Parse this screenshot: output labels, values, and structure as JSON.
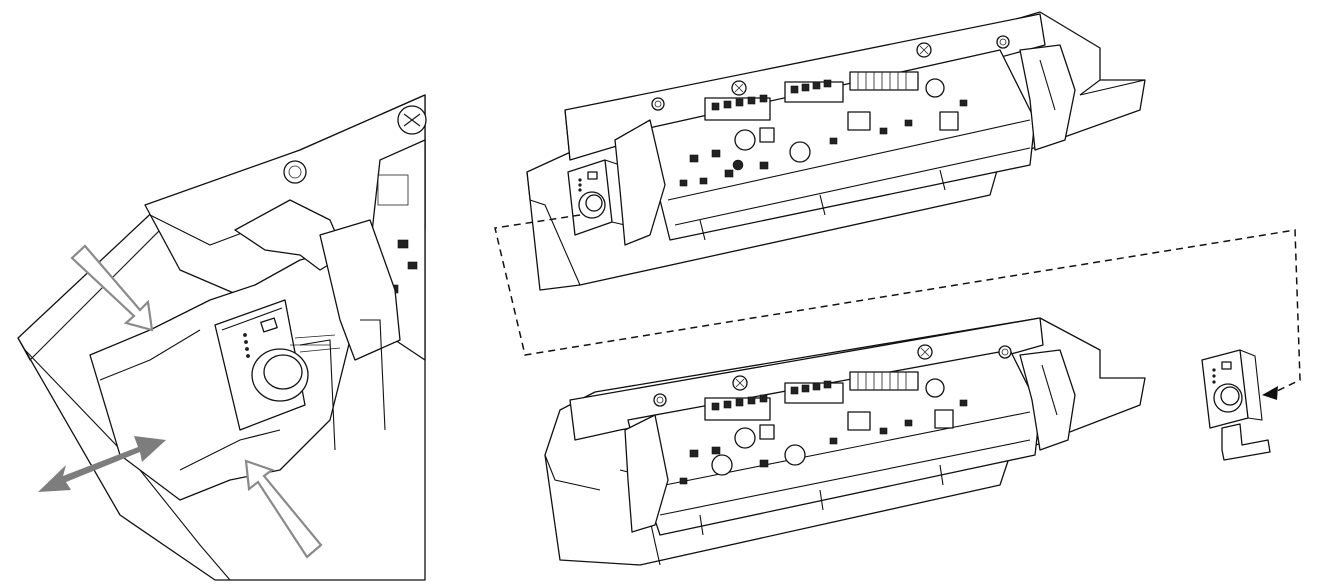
{
  "figure": {
    "panels": [
      {
        "id": "detail",
        "description_icon": "clip-release-detail"
      },
      {
        "id": "upper-unit"
      },
      {
        "id": "lower-unit"
      },
      {
        "id": "removed-module"
      }
    ],
    "colors": {
      "line": "#111111",
      "arrow_grey": "#8a8a8a",
      "arrow_fill": "#7d7d7d",
      "background": "#ffffff"
    }
  }
}
